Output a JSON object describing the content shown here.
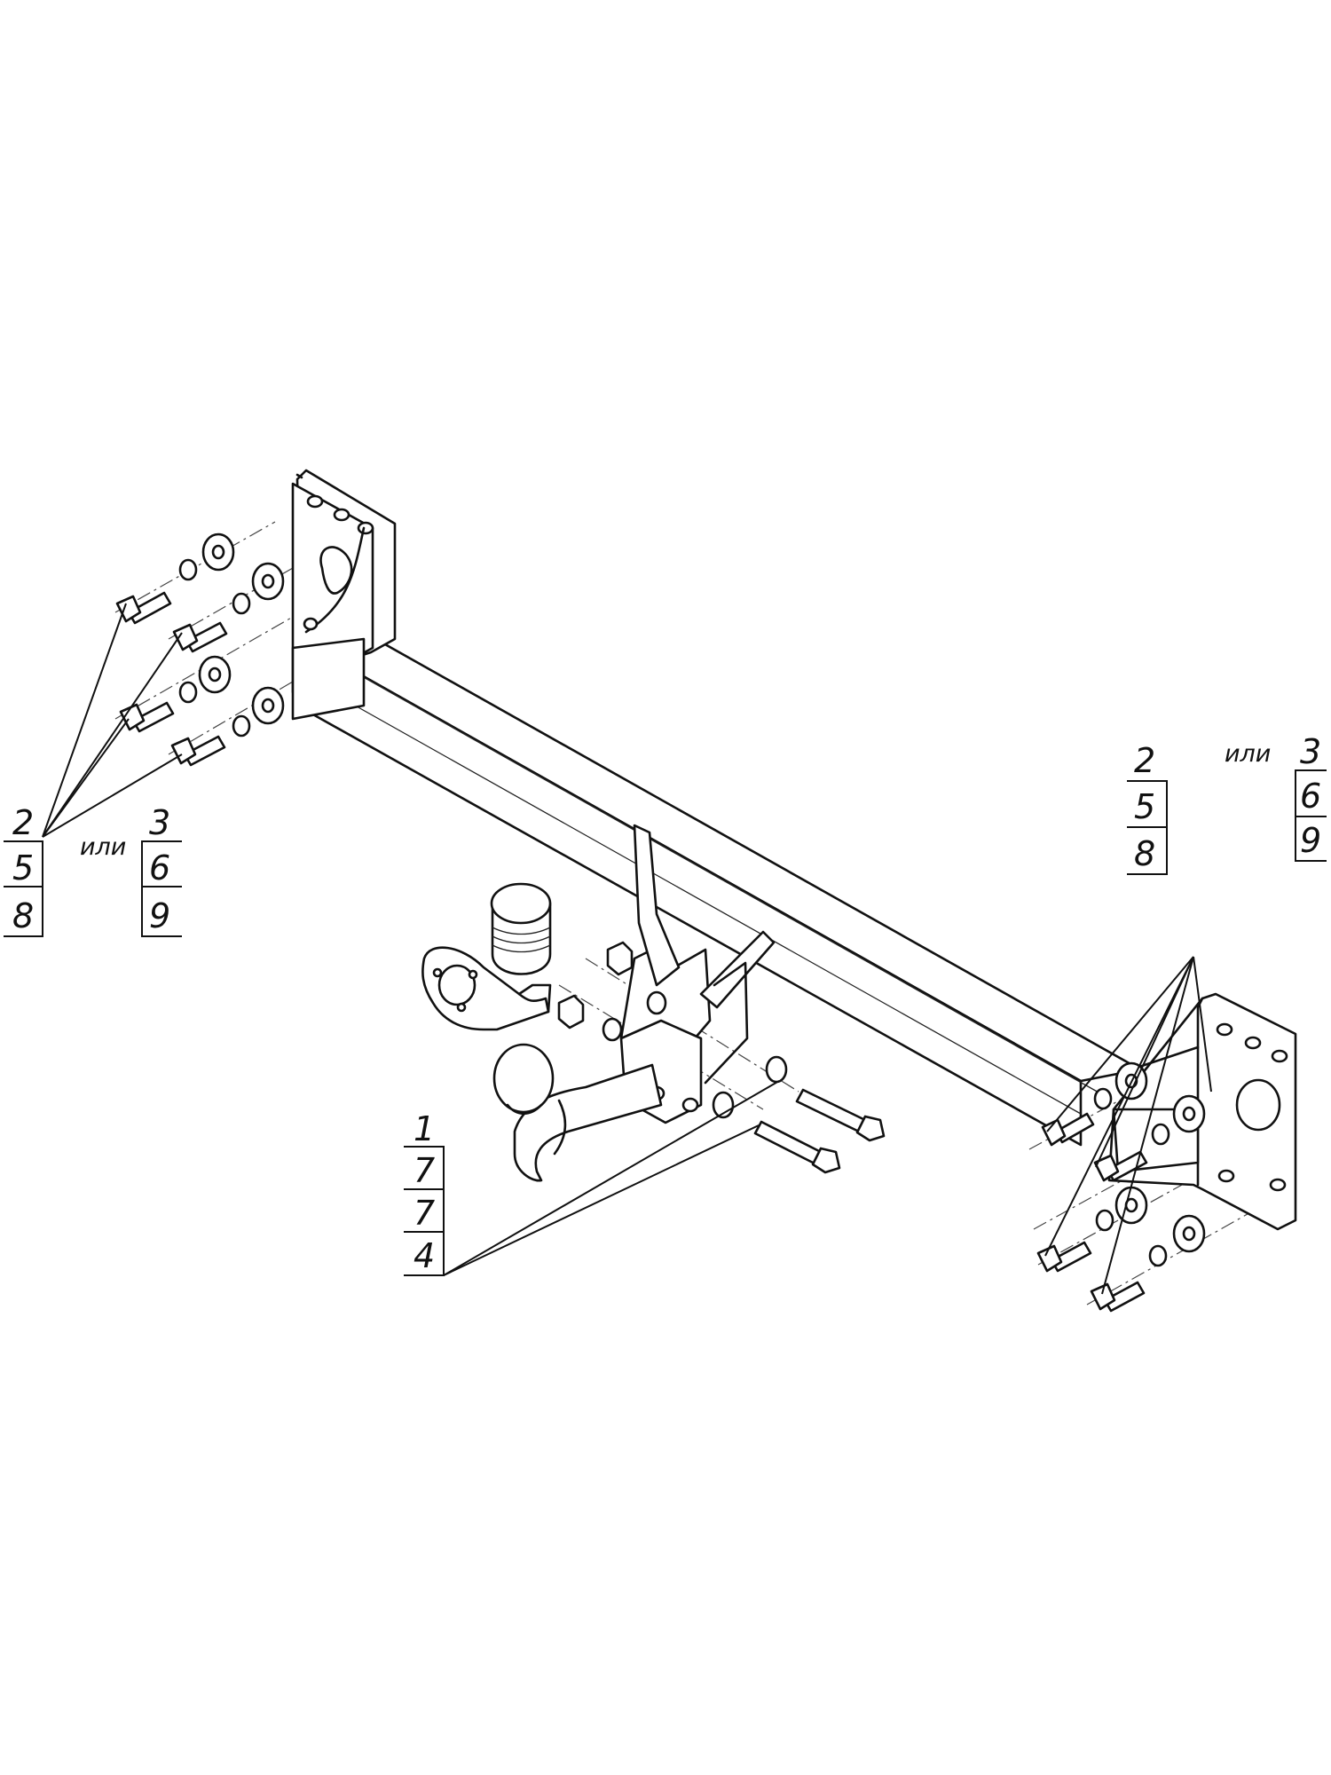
{
  "callouts": {
    "left": {
      "col1": [
        "2",
        "5",
        "8"
      ],
      "or_text": "или",
      "col2": [
        "3",
        "6",
        "9"
      ]
    },
    "right": {
      "col1": [
        "2",
        "5",
        "8"
      ],
      "or_text": "или",
      "col2": [
        "3",
        "6",
        "9"
      ]
    },
    "center": {
      "col1": [
        "1",
        "7",
        "7",
        "4"
      ]
    }
  }
}
